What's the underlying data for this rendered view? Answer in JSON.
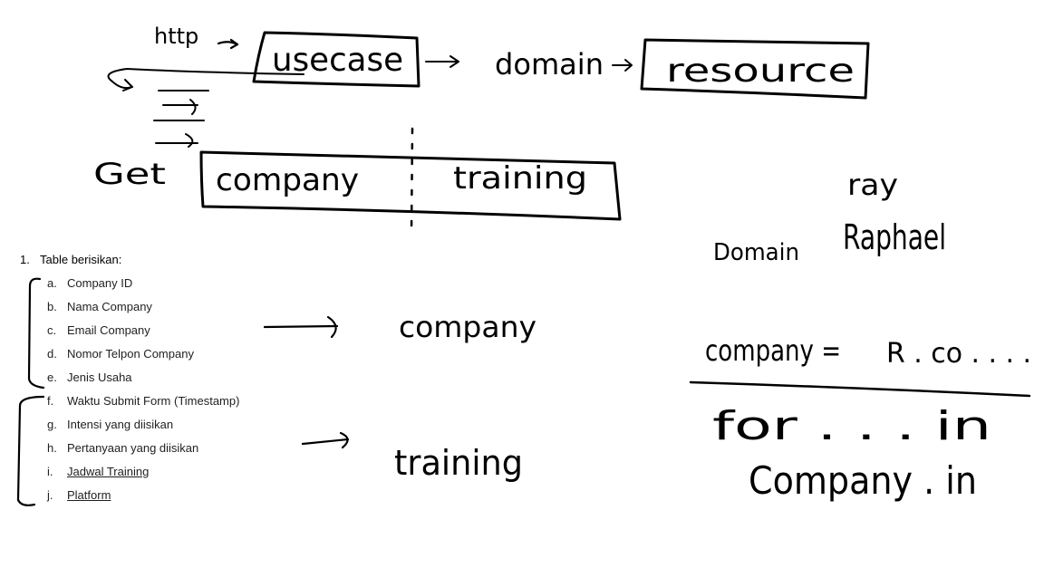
{
  "sketch": {
    "top_flow": {
      "http": "http",
      "usecase": "usecase",
      "domain": "domain",
      "resource": "resource"
    },
    "get_label": "Get",
    "get_box": {
      "left": "company",
      "right": "training"
    },
    "right_notes": {
      "domain": "Domain",
      "ray": "ray",
      "raphael": "Raphael",
      "company_eq": "company =",
      "r_co": "R . co . . . .",
      "for_in": "for . . . in",
      "company_in": "Company . in"
    },
    "arrow_targets": {
      "company": "company",
      "training": "training"
    }
  },
  "list": {
    "heading_number": "1.",
    "heading": "Table berisikan:",
    "items": [
      {
        "marker": "a.",
        "text": "Company ID"
      },
      {
        "marker": "b.",
        "text": "Nama Company"
      },
      {
        "marker": "c.",
        "text": "Email Company"
      },
      {
        "marker": "d.",
        "text": "Nomor Telpon Company"
      },
      {
        "marker": "e.",
        "text": "Jenis Usaha"
      },
      {
        "marker": "f.",
        "text": "Waktu Submit Form (Timestamp)"
      },
      {
        "marker": "g.",
        "text": "Intensi yang diisikan"
      },
      {
        "marker": "h.",
        "text": "Pertanyaan yang diisikan"
      },
      {
        "marker": "i.",
        "text": "Jadwal Training"
      },
      {
        "marker": "j.",
        "text": "Platform"
      }
    ]
  }
}
